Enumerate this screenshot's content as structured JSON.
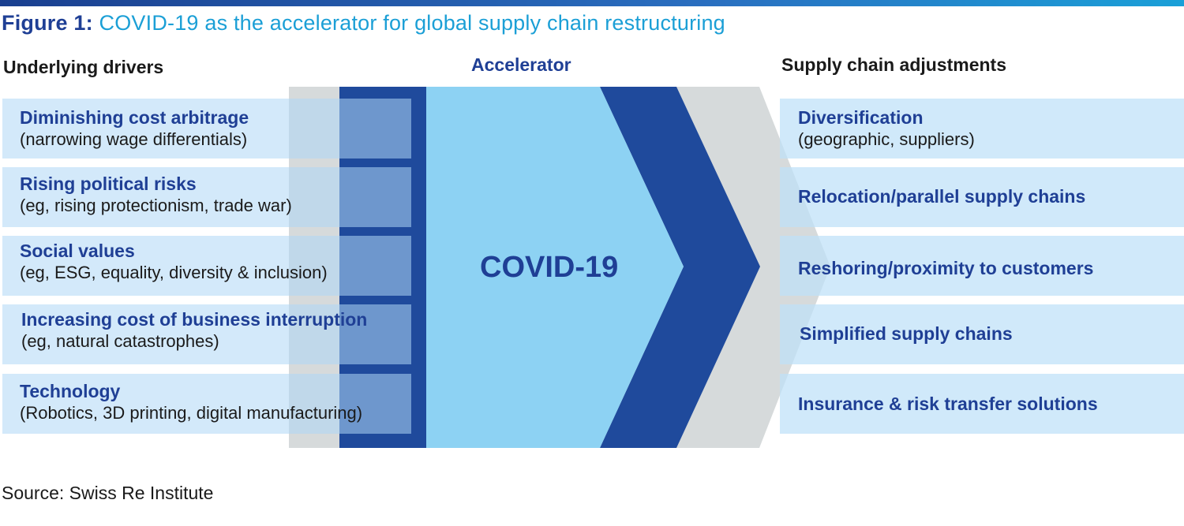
{
  "figure": {
    "label": "Figure 1:",
    "title": "COVID-19 as the accelerator for global supply chain restructuring"
  },
  "columns": {
    "drivers_heading": "Underlying drivers",
    "accelerator_heading": "Accelerator",
    "adjustments_heading": "Supply chain adjustments"
  },
  "drivers": [
    {
      "title": "Diminishing cost arbitrage",
      "subtitle": "(narrowing wage differentials)"
    },
    {
      "title": "Rising political risks",
      "subtitle": "(eg, rising protectionism, trade war)"
    },
    {
      "title": "Social values",
      "subtitle": "(eg, ESG, equality, diversity & inclusion)"
    },
    {
      "title": "Increasing cost of business interruption",
      "subtitle": "(eg, natural catastrophes)"
    },
    {
      "title": "Technology",
      "subtitle": "(Robotics, 3D printing, digital manufacturing)"
    }
  ],
  "accelerator": {
    "label": "COVID-19"
  },
  "adjustments": [
    {
      "title": "Diversification",
      "subtitle": "(geographic, suppliers)"
    },
    {
      "title": "Relocation/parallel supply chains",
      "subtitle": ""
    },
    {
      "title": "Reshoring/proximity to customers",
      "subtitle": ""
    },
    {
      "title": "Simplified supply chains",
      "subtitle": ""
    },
    {
      "title": "Insurance & risk transfer solutions",
      "subtitle": ""
    }
  ],
  "source": "Source: Swiss Re Institute",
  "colors": {
    "dark_blue": "#1f4a9c",
    "light_blue": "#8dd2f3",
    "grey_chevron": "#d6dadb",
    "box_fill": "#c6e3f7",
    "title_blue": "#1f3f95",
    "accent_cyan": "#1b9fd6"
  }
}
